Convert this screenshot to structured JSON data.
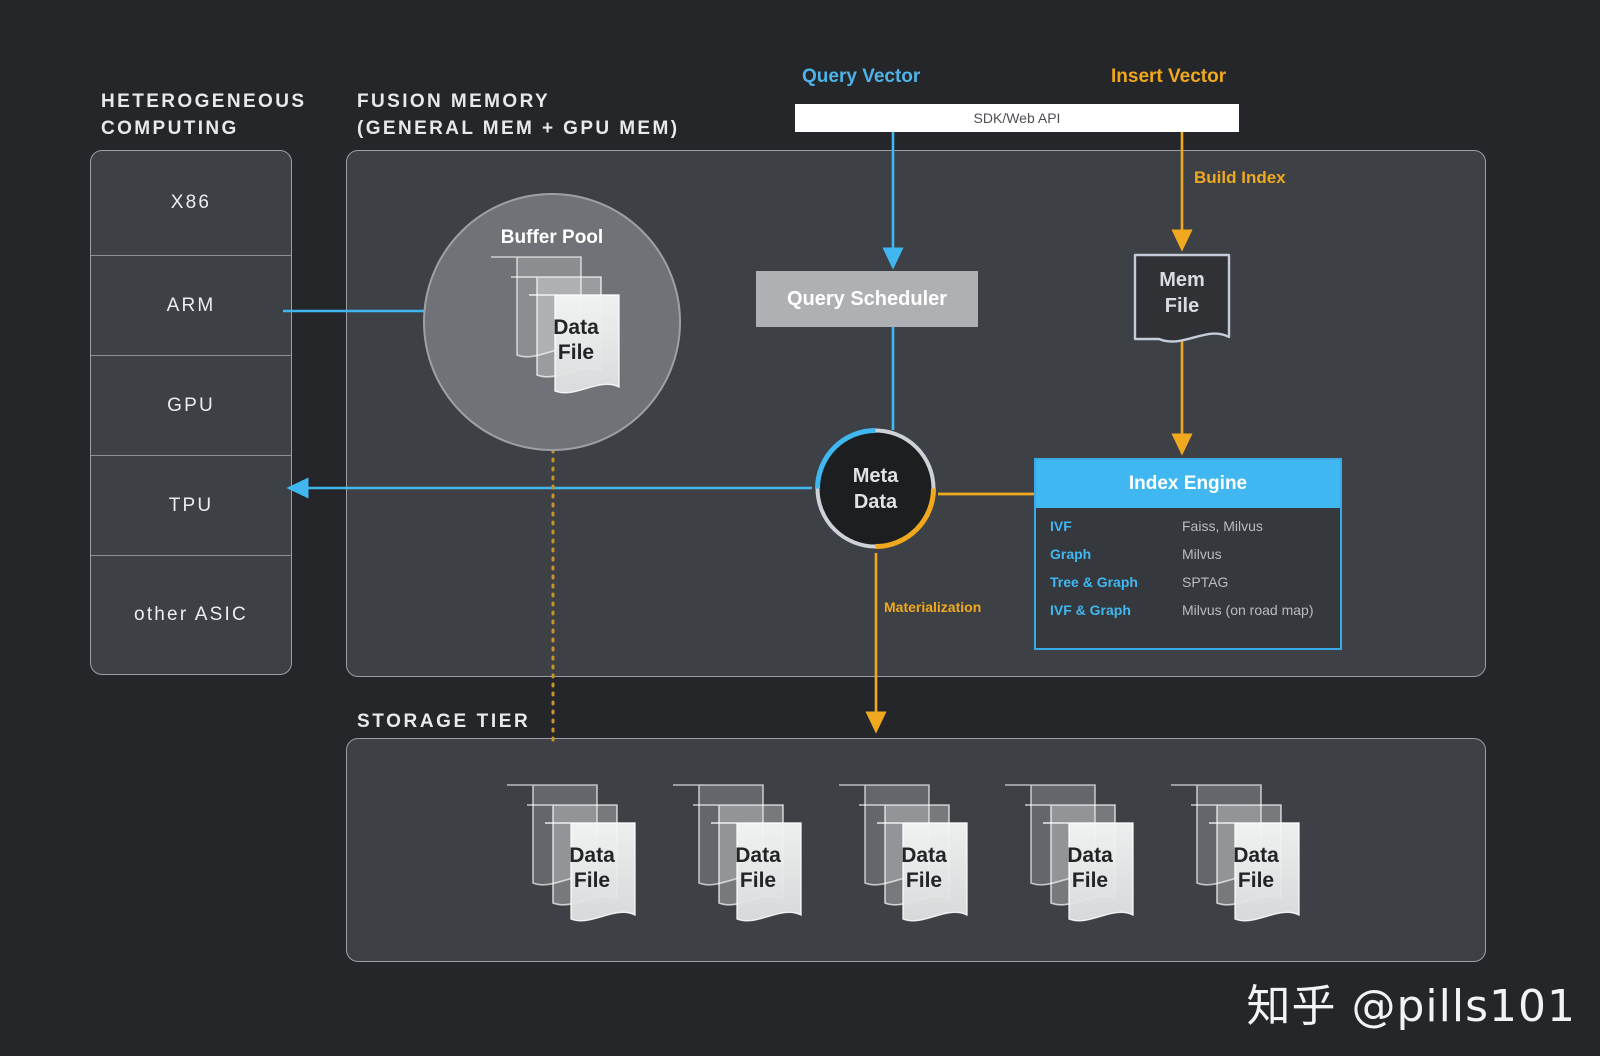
{
  "sections": {
    "heterogeneous": {
      "title": "HETEROGENEOUS\nCOMPUTING",
      "items": [
        {
          "label": "X86"
        },
        {
          "label": "ARM"
        },
        {
          "label": "GPU"
        },
        {
          "label": "TPU"
        },
        {
          "label": "other ASIC"
        }
      ]
    },
    "fusion": {
      "title": "FUSION MEMORY\n(GENERAL MEM + GPU MEM)"
    },
    "storage": {
      "title": "STORAGE TIER",
      "files": [
        {
          "label": "Data\nFile"
        },
        {
          "label": "Data\nFile"
        },
        {
          "label": "Data\nFile"
        },
        {
          "label": "Data\nFile"
        },
        {
          "label": "Data\nFile"
        }
      ]
    }
  },
  "api": {
    "bar_label": "SDK/Web API",
    "query_vector_label": "Query Vector",
    "insert_vector_label": "Insert Vector"
  },
  "flows": {
    "build_index_label": "Build Index",
    "materialization_label": "Materialization"
  },
  "buffer_pool": {
    "title": "Buffer Pool",
    "file_label": "Data\nFile"
  },
  "query_scheduler": {
    "label": "Query Scheduler"
  },
  "meta_data": {
    "label": "Meta\nData"
  },
  "mem_file": {
    "label": "Mem\nFile"
  },
  "index_engine": {
    "title": "Index Engine",
    "rows": [
      {
        "key": "IVF",
        "value": "Faiss, Milvus"
      },
      {
        "key": "Graph",
        "value": "Milvus"
      },
      {
        "key": "Tree & Graph",
        "value": "SPTAG"
      },
      {
        "key": "IVF & Graph",
        "value": "Milvus (on road map)"
      }
    ]
  },
  "watermark": {
    "text": "知乎 @pills101"
  },
  "colors": {
    "background": "#242629",
    "panel": "#3d4045",
    "blue": "#40b7f0",
    "orange": "#f0a91e",
    "white": "#ffffff"
  }
}
